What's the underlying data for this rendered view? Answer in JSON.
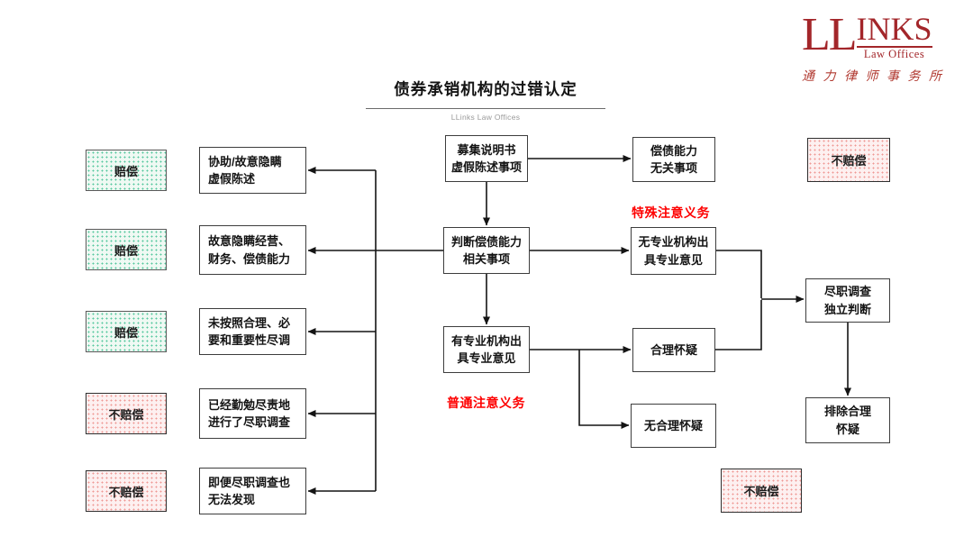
{
  "header": {
    "title": "债券承销机构的过错认定",
    "subtitle": "LLinks Law Offices"
  },
  "logo": {
    "name_first": "LL",
    "name_rest": "INKS",
    "sub": "Law Offices",
    "chinese": "通 力 律 师 事 务 所",
    "color": "#a3262a"
  },
  "annotations": {
    "special_duty": "特殊注意义务",
    "ordinary_duty": "普通注意义务",
    "color": "#fe0000"
  },
  "colors": {
    "compensate_bg": "#eff9f3",
    "compensate_dot": "#53c79d",
    "no_compensate_bg": "#fdf0f0",
    "no_compensate_dot": "#ee9793",
    "line": "#141414"
  },
  "nodes": {
    "outcome_1": "赔偿",
    "outcome_2": "赔偿",
    "outcome_3": "赔偿",
    "outcome_4": "不赔偿",
    "outcome_5": "不赔偿",
    "reason_1": "协助/故意隐瞒\n虚假陈述",
    "reason_2": "故意隐瞒经营、\n财务、偿债能力",
    "reason_3": "未按照合理、必\n要和重要性尽调",
    "reason_4": "已经勤勉尽责地\n进行了尽职调查",
    "reason_5": "即便尽职调查也\n无法发现",
    "center_1": "募集说明书\n虚假陈述事项",
    "center_2": "判断偿债能力\n相关事项",
    "center_3": "有专业机构出\n具专业意见",
    "mid_1": "偿债能力\n无关事项",
    "mid_2": "无专业机构出\n具专业意见",
    "mid_3": "合理怀疑",
    "mid_4": "无合理怀疑",
    "right_1": "不赔偿",
    "right_2": "尽职调查\n独立判断",
    "right_3": "排除合理\n怀疑",
    "bottom_1": "不赔偿"
  }
}
